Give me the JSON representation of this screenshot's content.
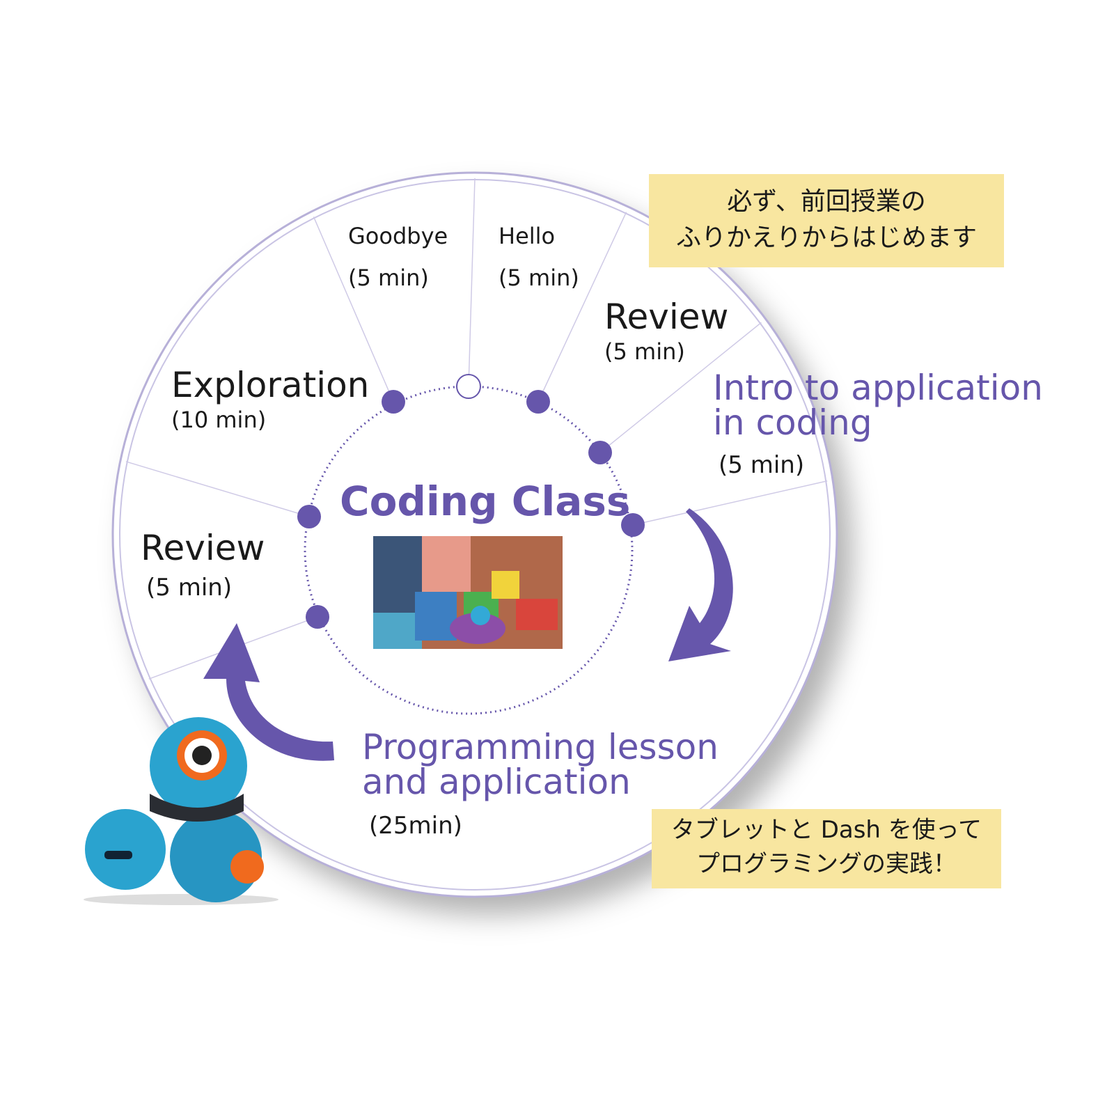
{
  "title": "Coding Class",
  "segments": {
    "goodbye": {
      "label": "Goodbye",
      "duration": "(5 min)"
    },
    "hello": {
      "label": "Hello",
      "duration": "(5 min)"
    },
    "review_top": {
      "label": "Review",
      "duration": "(5 min)"
    },
    "intro": {
      "label_line1": "Intro to application",
      "label_line2": "in coding",
      "duration": "(5 min)"
    },
    "programming": {
      "label_line1": "Programming lesson",
      "label_line2": "and application",
      "duration": "(25min)"
    },
    "review_left": {
      "label": "Review",
      "duration": "(5 min)"
    },
    "exploration": {
      "label": "Exploration",
      "duration": "(10 min)"
    }
  },
  "notes": {
    "top": {
      "line1": "必ず、前回授業の",
      "line2": "ふりかえりからはじめます"
    },
    "bottom": {
      "line1": "タブレットと Dash を使って",
      "line2": "プログラミングの実践！"
    }
  },
  "colors": {
    "accent": "#6656ab",
    "note_bg": "#f8e6a0",
    "robot": "#2aa3cf",
    "robot_eye": "#f06a1e"
  }
}
